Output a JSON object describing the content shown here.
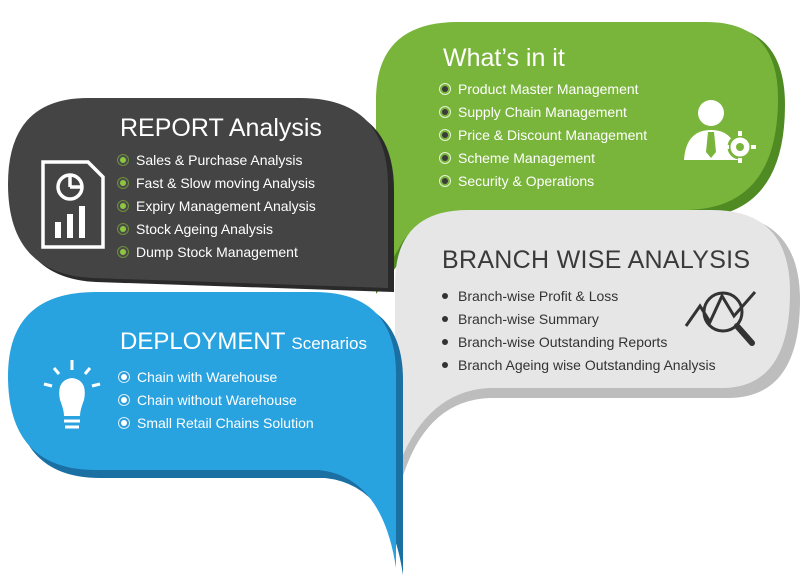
{
  "panels": {
    "report": {
      "title": "REPORT Analysis",
      "items": [
        "Sales & Purchase Analysis",
        "Fast & Slow moving Analysis",
        "Expiry Management Analysis",
        "Stock Ageing Analysis",
        "Dump Stock Management"
      ],
      "icon": "report-document-icon",
      "color": "#444444"
    },
    "whats_in_it": {
      "title": "What’s in it",
      "items": [
        "Product Master Management",
        "Supply Chain Management",
        "Price & Discount Management",
        "Scheme Management",
        "Security & Operations"
      ],
      "icon": "user-settings-icon",
      "color": "#79b53a"
    },
    "branch": {
      "title": "BRANCH WISE ANALYSIS",
      "items": [
        "Branch-wise Profit & Loss",
        "Branch-wise Summary",
        "Branch-wise Outstanding Reports",
        "Branch Ageing wise Outstanding Analysis"
      ],
      "icon": "analytics-magnifier-icon",
      "color": "#e6e6e6"
    },
    "deployment": {
      "title_main": "DEPLOYMENT",
      "title_sub": "Scenarios",
      "items": [
        "Chain with Warehouse",
        "Chain without Warehouse",
        "Small Retail Chains Solution"
      ],
      "icon": "lightbulb-icon",
      "color": "#29a3e0"
    }
  }
}
